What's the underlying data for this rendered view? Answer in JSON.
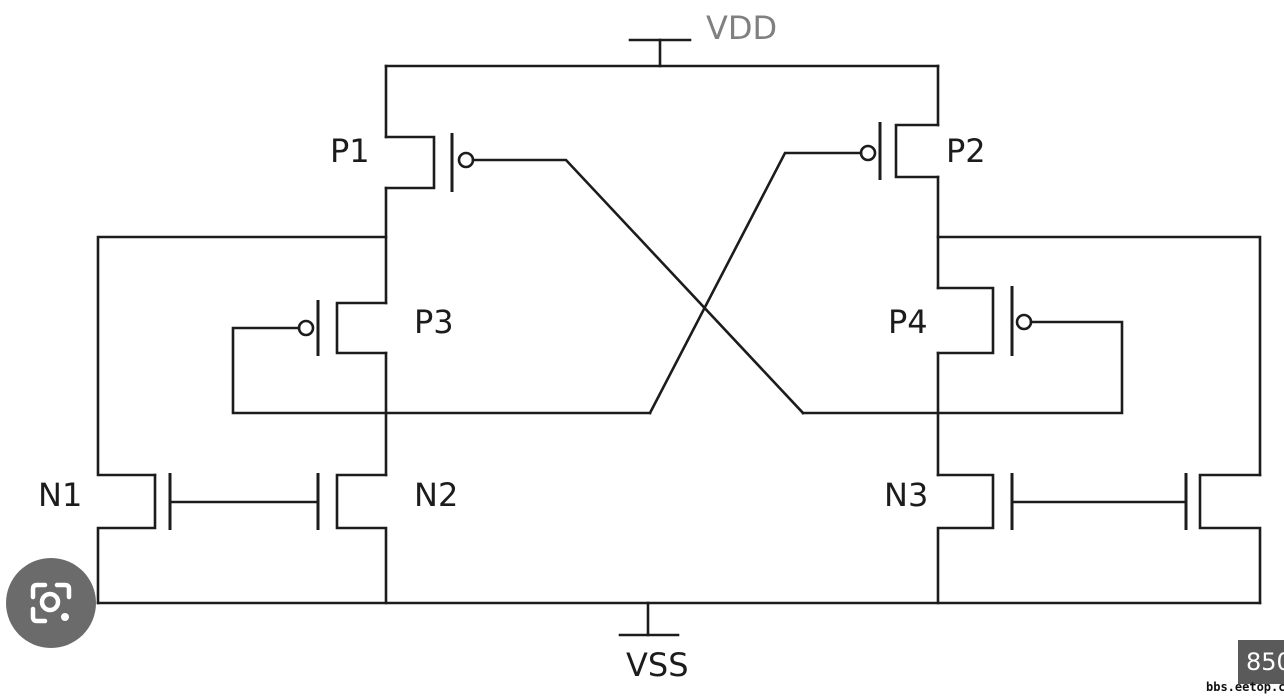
{
  "diagram": {
    "supply_label": "VDD",
    "ground_label": "VSS",
    "transistors": {
      "p1": "P1",
      "p2": "P2",
      "p3": "P3",
      "p4": "P4",
      "n1": "N1",
      "n2": "N2",
      "n3": "N3"
    }
  },
  "overlay": {
    "lens_icon": "visual-search-icon",
    "zoom_badge": "850",
    "watermark": "bbs.eetop.cn"
  },
  "colors": {
    "wire": "#1c1c1c",
    "supply_label": "#808080",
    "lens_button": "#6b6b6b",
    "badge": "#5a5a5a"
  }
}
